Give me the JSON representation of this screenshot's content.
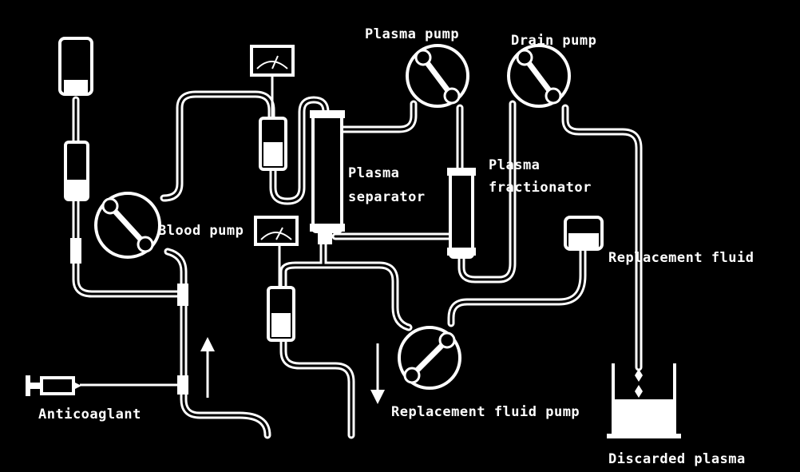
{
  "labels": {
    "plasma_pump": "Plasma pump",
    "drain_pump": "Drain pump",
    "plasma_separator_line1": "Plasma",
    "plasma_separator_line2": "separator",
    "plasma_fractionator_line1": "Plasma",
    "plasma_fractionator_line2": "fractionator",
    "blood_pump": "Blood pump",
    "replacement_fluid": "Replacement fluid",
    "anticoagulant": "Anticoaglant",
    "replacement_fluid_pump": "Replacement fluid pump",
    "discarded_plasma": "Discarded plasma"
  },
  "colors": {
    "background": "#000000",
    "foreground": "#ffffff"
  },
  "icons": {
    "pump": "peristaltic-pump-icon",
    "gauge": "pressure-gauge-icon",
    "bag": "fluid-bag-icon",
    "syringe": "syringe-icon",
    "chamber": "drip-chamber-icon",
    "arrow": "flow-arrow-icon"
  }
}
